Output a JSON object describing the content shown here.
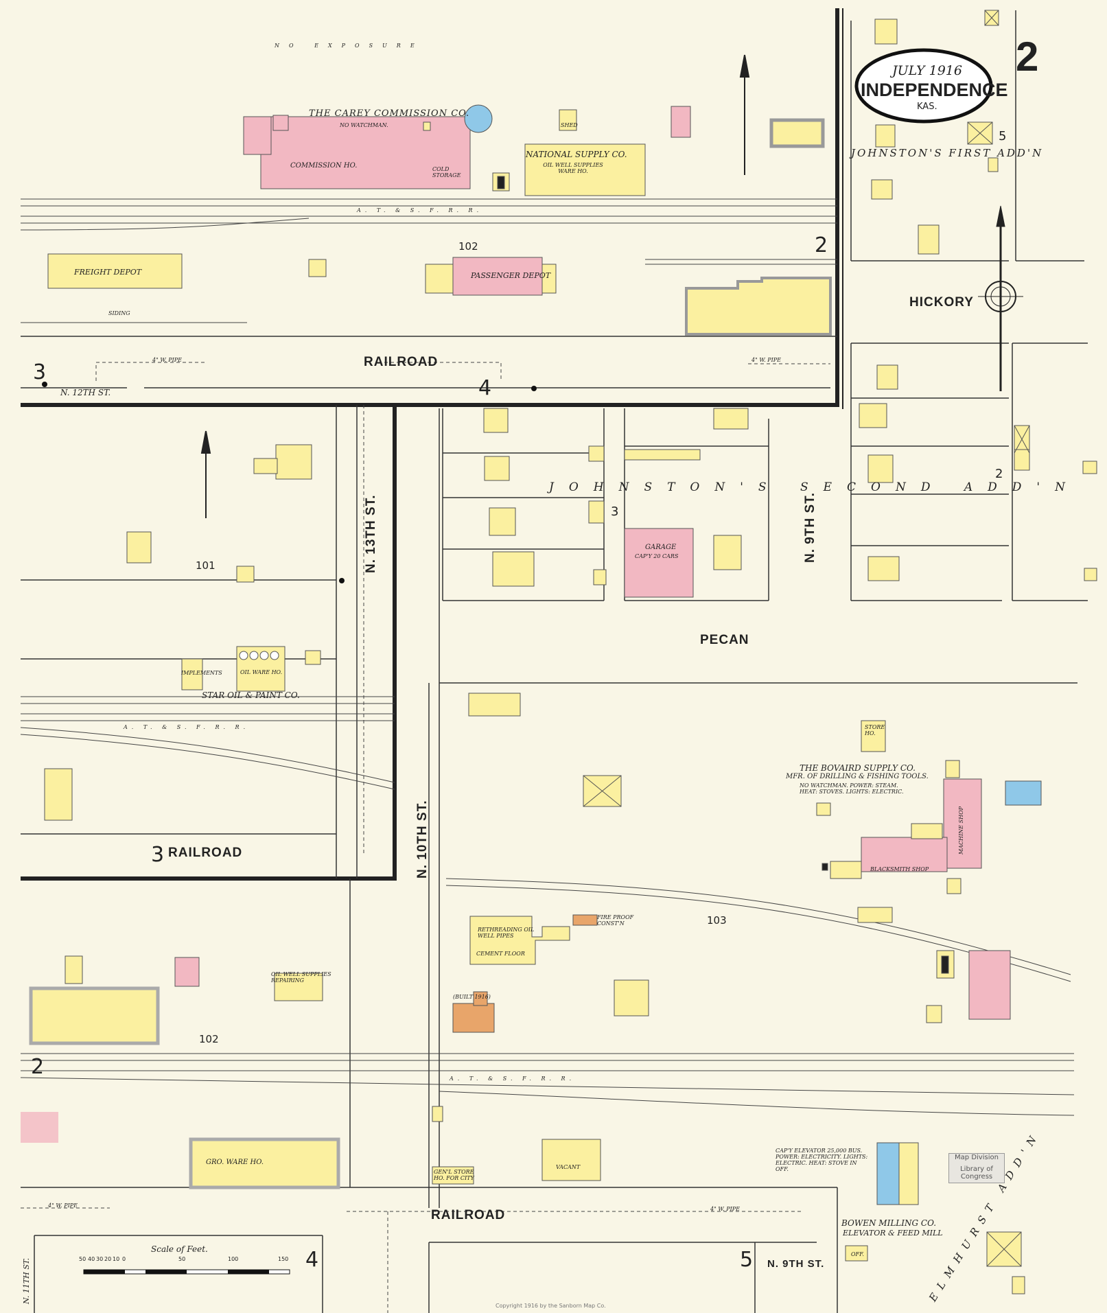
{
  "header": {
    "date": "JULY 1916",
    "city": "INDEPENDENCE",
    "state": "KAS.",
    "sheet_number": "2"
  },
  "streets": {
    "railroad": "RAILROAD",
    "hickory": "HICKORY",
    "pecan": "PECAN",
    "n13th": "N. 13TH ST.",
    "n10th": "N. 10TH ST.",
    "n9th": "N. 9TH ST.",
    "n12th": "N. 12TH ST.",
    "n11th": "N. 11TH ST.",
    "n9th_bottom": "N. 9TH ST."
  },
  "railroads": {
    "atsf": "A. T. & S. F. R. R.",
    "siding": "SIDING",
    "no_exposure": "NO EXPOSURE"
  },
  "additions": {
    "johnstons_first": "JOHNSTON'S FIRST ADD'N",
    "johnstons_second": "JOHNSTON'S SECOND ADD'N",
    "elmhurst": "ELMHURST ADD'N"
  },
  "block_numbers": {
    "b101": "101",
    "b102_top": "102",
    "b102_bottom": "102",
    "b103": "103"
  },
  "adjoining_sheets": {
    "s2_top": "2",
    "s3_left": "3",
    "s4_mid": "4",
    "s3_rail": "3",
    "s2_left": "2",
    "s4_bottom": "4",
    "s5_bottom": "5",
    "s5_right": "5",
    "s3_center": "3",
    "s2_right": "2"
  },
  "businesses": {
    "carey": "THE CAREY COMMISSION CO.",
    "carey_note": "NO WATCHMAN.",
    "commission_ho": "COMMISSION HO.",
    "cold_storage": "COLD STORAGE",
    "national_supply": "NATIONAL SUPPLY CO.",
    "oil_well_supplies": "OIL WELL SUPPLIES WARE HO.",
    "freight_depot": "FREIGHT DEPOT",
    "passenger_depot": "PASSENGER DEPOT",
    "star_oil": "STAR OIL & PAINT CO.",
    "oil_ware_ho": "OIL WARE HO.",
    "implements": "IMPLEMENTS",
    "garage": "GARAGE",
    "garage_note": "CAP'Y 20 CARS",
    "boviard": "THE BOVAIRD SUPPLY CO.",
    "boviard_sub": "MFR. OF DRILLING & FISHING TOOLS.",
    "boviard_note": "NO WATCHMAN. POWER: STEAM. HEAT: STOVES. LIGHTS: ELECTRIC.",
    "machine_shop": "MACHINE SHOP",
    "blacksmith": "BLACKSMITH SHOP",
    "rethreading": "RETHREADING OIL WELL PIPES",
    "cement_floor": "CEMENT FLOOR",
    "oil_supplies_repair": "OIL WELL SUPPLIES REPAIRING",
    "gro_ware": "GRO. WARE HO.",
    "vacant": "VACANT",
    "bowen": "BOWEN MILLING CO.",
    "bowen_sub": "ELEVATOR & FEED MILL",
    "bowen_note": "CAP'Y ELEVATOR 25,000 BUS. POWER: ELECTRICITY. LIGHTS: ELECTRIC. HEAT: STOVE IN OFF.",
    "fire_proof": "FIRE PROOF CONST'N",
    "built": "(BUILT 1916)",
    "gen_store": "GEN'L STORE HO. FOR CITY",
    "store_ho": "STORE HO.",
    "shed": "SHED",
    "off": "OFF."
  },
  "scale": {
    "label": "Scale of Feet.",
    "ticks": [
      "50",
      "40",
      "30",
      "20",
      "10",
      "0",
      "50",
      "100",
      "150"
    ]
  },
  "copyright": "Copyright 1916 by the Sanborn Map Co.",
  "stamp": {
    "line1": "Map Division",
    "line2": "Library of Congress"
  },
  "pipe_label": "4\" W. PIPE",
  "colors": {
    "brick": "#f2b8c2",
    "frame": "#fbf0a0",
    "stone": "#8fc8e8",
    "adobe": "#e8a56a",
    "paper": "#f9f6e6",
    "ink": "#222222"
  }
}
